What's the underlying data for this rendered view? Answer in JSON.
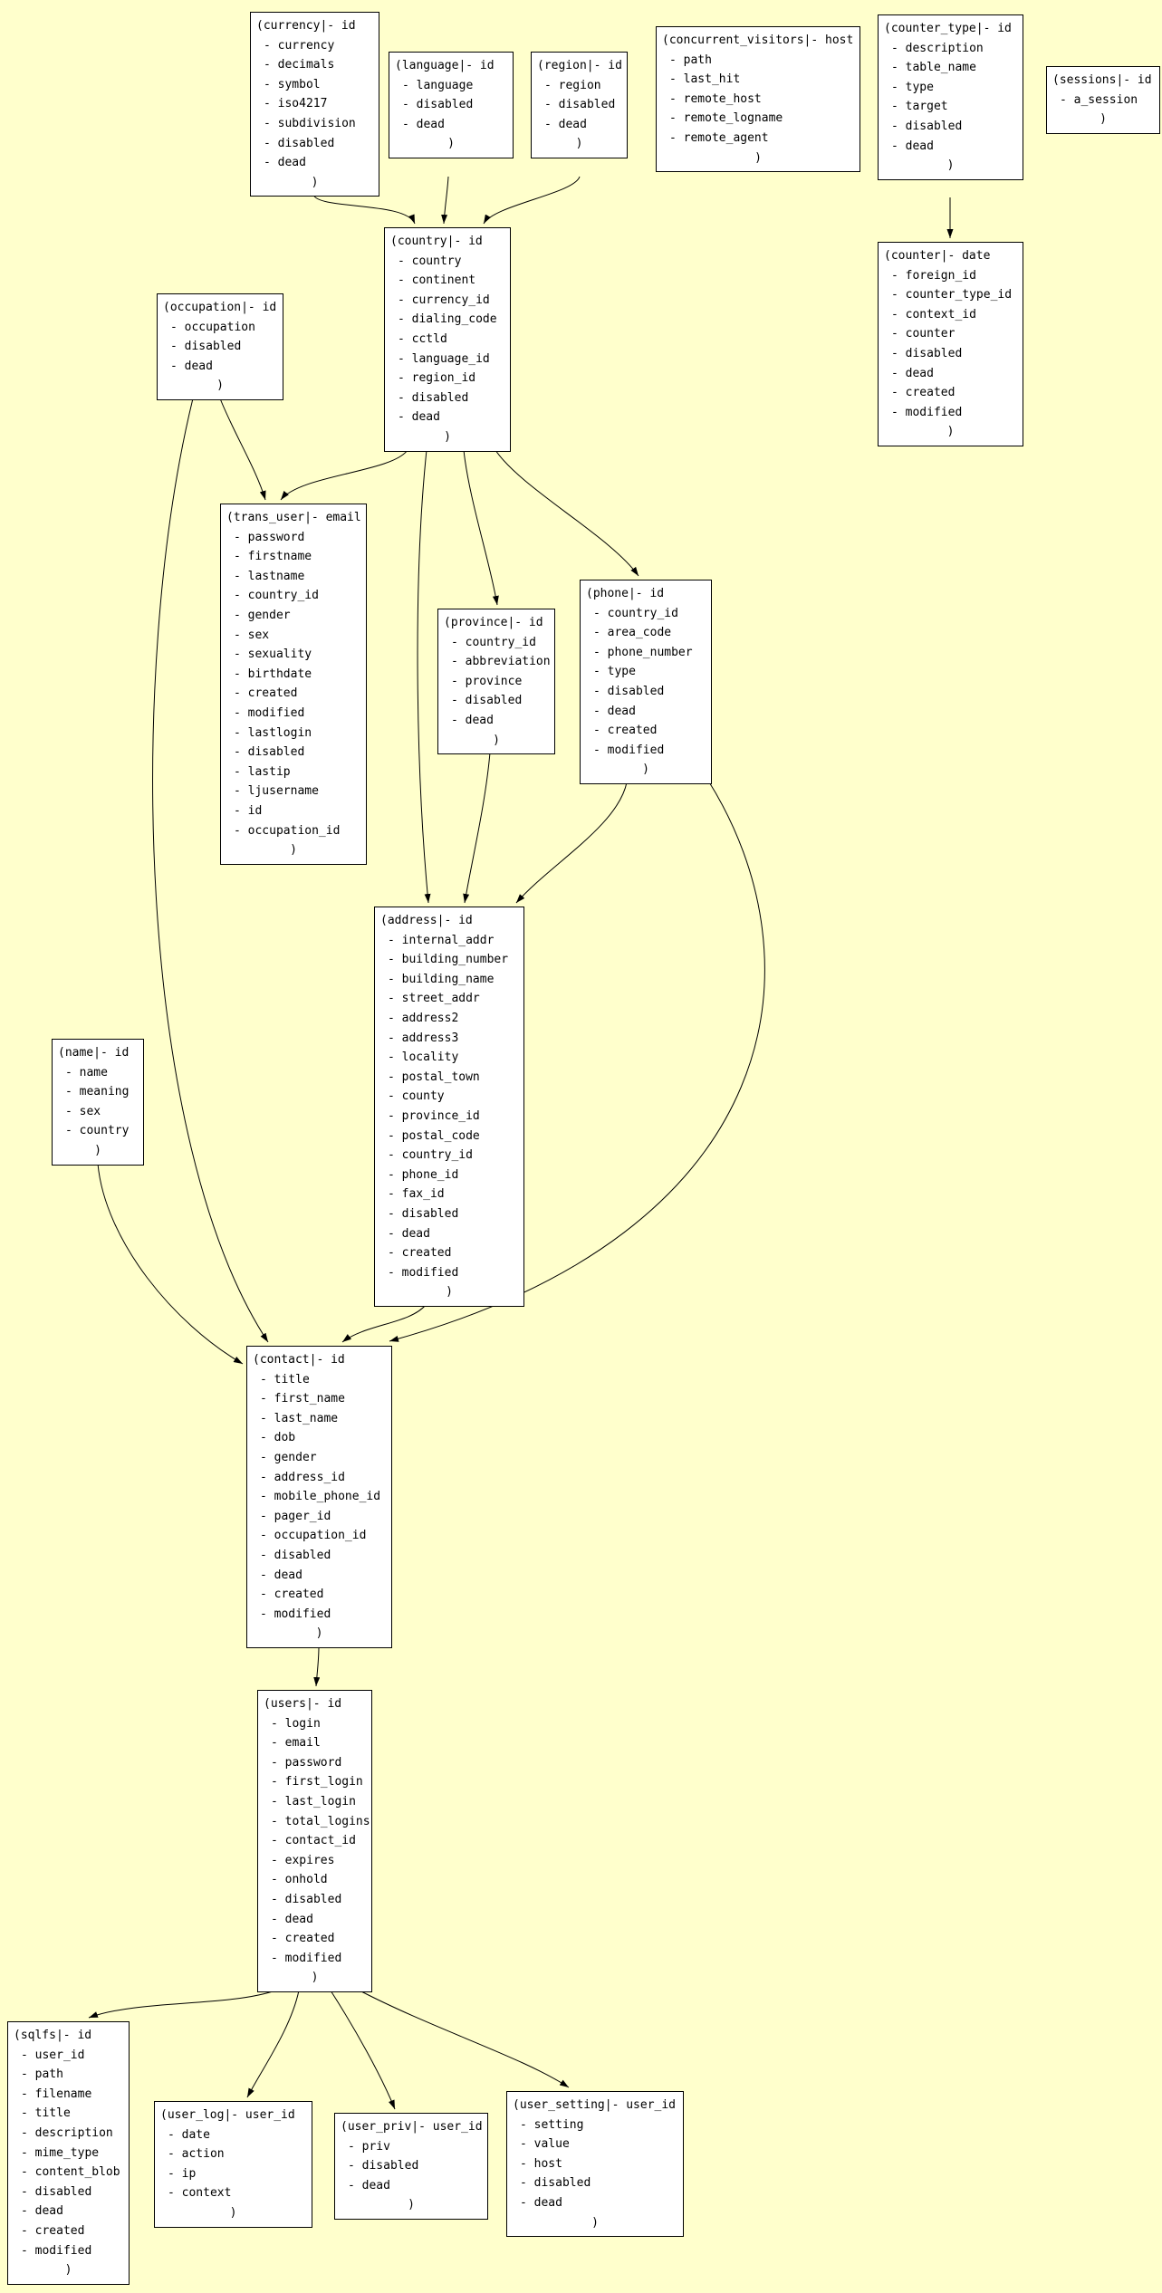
{
  "diagram": {
    "background_color": "#ffffcc",
    "box_fill_color": "#ffffff",
    "line_color": "#000000",
    "tables": [
      {
        "id": "currency",
        "title": "(currency|- id",
        "fields": [
          "- currency",
          "- decimals",
          "- symbol",
          "- iso4217",
          "- subdivision",
          "- disabled",
          "- dead"
        ],
        "close": ")"
      },
      {
        "id": "language",
        "title": "(language|- id",
        "fields": [
          "- language",
          "- disabled",
          "- dead"
        ],
        "close": ")"
      },
      {
        "id": "region",
        "title": "(region|- id",
        "fields": [
          "- region",
          "- disabled",
          "- dead"
        ],
        "close": ")"
      },
      {
        "id": "concurrent_visitors",
        "title": "(concurrent_visitors|- host",
        "fields": [
          "- path",
          "- last_hit",
          "- remote_host",
          "- remote_logname",
          "- remote_agent"
        ],
        "close": ")"
      },
      {
        "id": "counter_type",
        "title": "(counter_type|- id",
        "fields": [
          "- description",
          "- table_name",
          "- type",
          "- target",
          "- disabled",
          "- dead"
        ],
        "close": ")"
      },
      {
        "id": "sessions",
        "title": "(sessions|- id",
        "fields": [
          "- a_session"
        ],
        "close": ")"
      },
      {
        "id": "counter",
        "title": "(counter|- date",
        "fields": [
          "- foreign_id",
          "- counter_type_id",
          "- context_id",
          "- counter",
          "- disabled",
          "- dead",
          "- created",
          "- modified"
        ],
        "close": ")"
      },
      {
        "id": "country",
        "title": "(country|- id",
        "fields": [
          "- country",
          "- continent",
          "- currency_id",
          "- dialing_code",
          "- cctld",
          "- language_id",
          "- region_id",
          "- disabled",
          "- dead"
        ],
        "close": ")"
      },
      {
        "id": "occupation",
        "title": "(occupation|- id",
        "fields": [
          "- occupation",
          "- disabled",
          "- dead"
        ],
        "close": ")"
      },
      {
        "id": "trans_user",
        "title": "(trans_user|- email",
        "fields": [
          "- password",
          "- firstname",
          "- lastname",
          "- country_id",
          "- gender",
          "- sex",
          "- sexuality",
          "- birthdate",
          "- created",
          "- modified",
          "- lastlogin",
          "- disabled",
          "- lastip",
          "- ljusername",
          "- id",
          "- occupation_id"
        ],
        "close": ")"
      },
      {
        "id": "province",
        "title": "(province|- id",
        "fields": [
          "- country_id",
          "- abbreviation",
          "- province",
          "- disabled",
          "- dead"
        ],
        "close": ")"
      },
      {
        "id": "phone",
        "title": "(phone|- id",
        "fields": [
          "- country_id",
          "- area_code",
          "- phone_number",
          "- type",
          "- disabled",
          "- dead",
          "- created",
          "- modified"
        ],
        "close": ")"
      },
      {
        "id": "address",
        "title": "(address|- id",
        "fields": [
          "- internal_addr",
          "- building_number",
          "- building_name",
          "- street_addr",
          "- address2",
          "- address3",
          "- locality",
          "- postal_town",
          "- county",
          "- province_id",
          "- postal_code",
          "- country_id",
          "- phone_id",
          "- fax_id",
          "- disabled",
          "- dead",
          "- created",
          "- modified"
        ],
        "close": ")"
      },
      {
        "id": "name",
        "title": "(name|- id",
        "fields": [
          "- name",
          "- meaning",
          "- sex",
          "- country"
        ],
        "close": ")"
      },
      {
        "id": "contact",
        "title": "(contact|- id",
        "fields": [
          "- title",
          "- first_name",
          "- last_name",
          "- dob",
          "- gender",
          "- address_id",
          "- mobile_phone_id",
          "- pager_id",
          "- occupation_id",
          "- disabled",
          "- dead",
          "- created",
          "- modified"
        ],
        "close": ")"
      },
      {
        "id": "users",
        "title": "(users|- id",
        "fields": [
          "- login",
          "- email",
          "- password",
          "- first_login",
          "- last_login",
          "- total_logins",
          "- contact_id",
          "- expires",
          "- onhold",
          "- disabled",
          "- dead",
          "- created",
          "- modified"
        ],
        "close": ")"
      },
      {
        "id": "sqlfs",
        "title": "(sqlfs|- id",
        "fields": [
          "- user_id",
          "- path",
          "- filename",
          "- title",
          "- description",
          "- mime_type",
          "- content_blob",
          "- disabled",
          "- dead",
          "- created",
          "- modified"
        ],
        "close": ")"
      },
      {
        "id": "user_log",
        "title": "(user_log|- user_id",
        "fields": [
          "- date",
          "- action",
          "- ip",
          "- context"
        ],
        "close": ")"
      },
      {
        "id": "user_priv",
        "title": "(user_priv|- user_id",
        "fields": [
          "- priv",
          "- disabled",
          "- dead"
        ],
        "close": ")"
      },
      {
        "id": "user_setting",
        "title": "(user_setting|- user_id",
        "fields": [
          "- setting",
          "- value",
          "- host",
          "- disabled",
          "- dead"
        ],
        "close": ")"
      }
    ],
    "edges": [
      {
        "from": "currency",
        "to": "country"
      },
      {
        "from": "language",
        "to": "country"
      },
      {
        "from": "region",
        "to": "country"
      },
      {
        "from": "counter_type",
        "to": "counter"
      },
      {
        "from": "country",
        "to": "trans_user"
      },
      {
        "from": "occupation",
        "to": "trans_user"
      },
      {
        "from": "country",
        "to": "province"
      },
      {
        "from": "country",
        "to": "phone"
      },
      {
        "from": "country",
        "to": "address"
      },
      {
        "from": "province",
        "to": "address"
      },
      {
        "from": "phone",
        "to": "address"
      },
      {
        "from": "occupation",
        "to": "contact"
      },
      {
        "from": "name",
        "to": "contact"
      },
      {
        "from": "address",
        "to": "contact"
      },
      {
        "from": "phone",
        "to": "contact"
      },
      {
        "from": "contact",
        "to": "users"
      },
      {
        "from": "users",
        "to": "sqlfs"
      },
      {
        "from": "users",
        "to": "user_log"
      },
      {
        "from": "users",
        "to": "user_priv"
      },
      {
        "from": "users",
        "to": "user_setting"
      }
    ]
  }
}
